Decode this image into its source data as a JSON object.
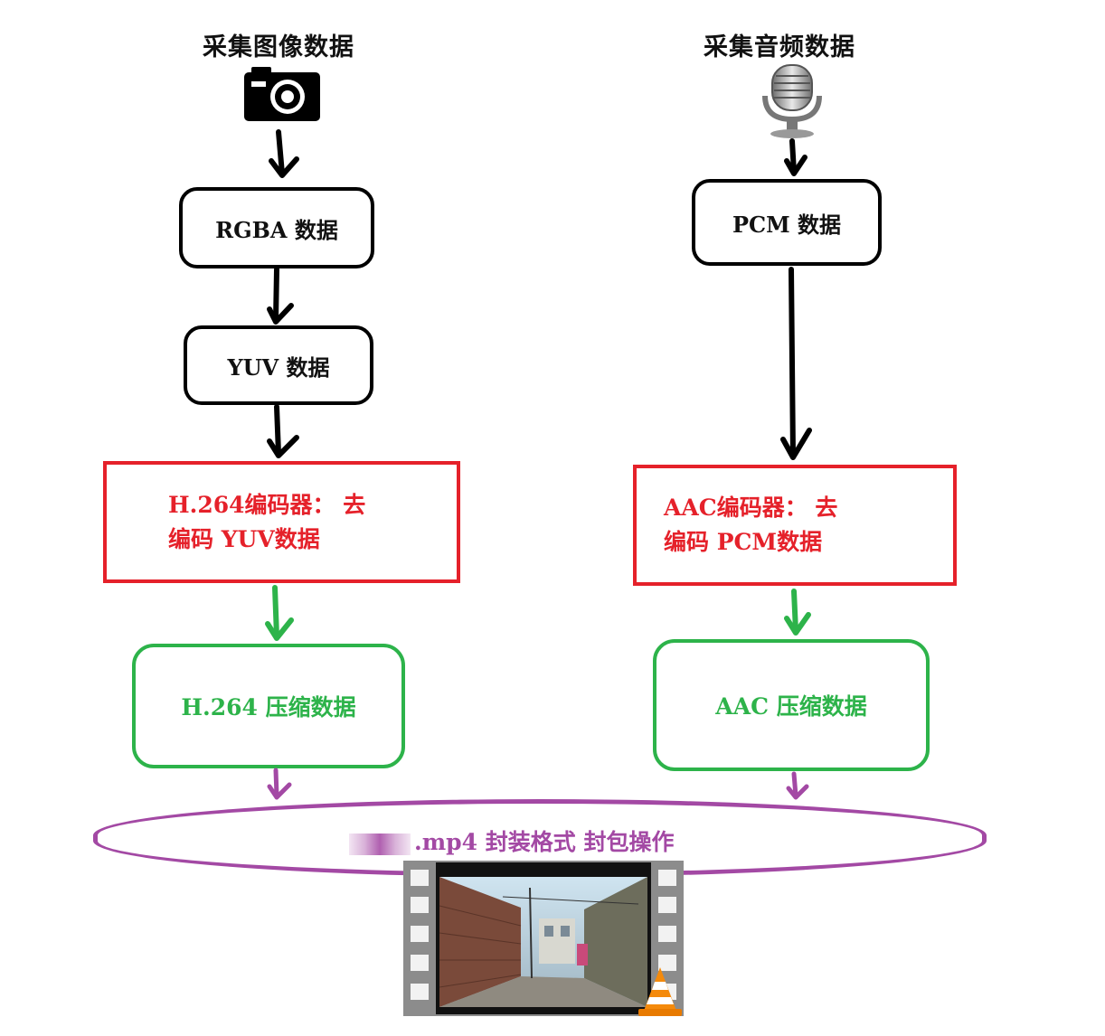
{
  "video_branch": {
    "title": "采集图像数据",
    "rgba_box": "RGBA  数据",
    "yuv_box": "YUV  数据",
    "encoder_line1": "H.264编码器： 去",
    "encoder_line2": "编码  YUV数据",
    "compressed": "H.264  压缩数据"
  },
  "audio_branch": {
    "title": "采集音频数据",
    "pcm_box": "PCM  数据",
    "encoder_line1": "AAC编码器： 去",
    "encoder_line2": "编码  PCM数据",
    "compressed": "AAC  压缩数据"
  },
  "mux": {
    "label": ".mp4  封装格式  封包操作"
  },
  "icons": [
    "camera-icon",
    "microphone-icon",
    "video-film-icon",
    "vlc-cone-icon"
  ],
  "colors": {
    "black": "#000000",
    "red": "#e5212a",
    "green": "#2db34a",
    "purple": "#a349a4"
  }
}
